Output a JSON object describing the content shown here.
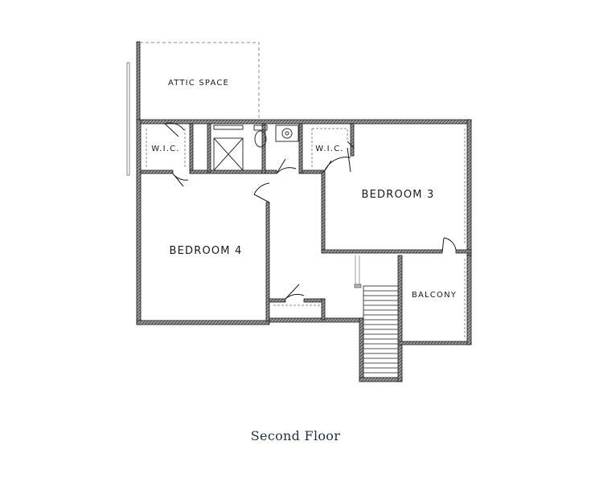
{
  "plan": {
    "caption": "Second Floor",
    "rooms": {
      "attic": "ATTIC SPACE",
      "wic_left": "W.I.C.",
      "wic_right": "W.I.C.",
      "bedroom3": "BEDROOM 3",
      "bedroom4": "BEDROOM 4",
      "balcony": "BALCONY"
    },
    "colors": {
      "wall": "#1a1a1a",
      "wall_fill": "#8a8a8a",
      "dashed": "#8c8c8c",
      "caption": "#1f3040"
    }
  }
}
